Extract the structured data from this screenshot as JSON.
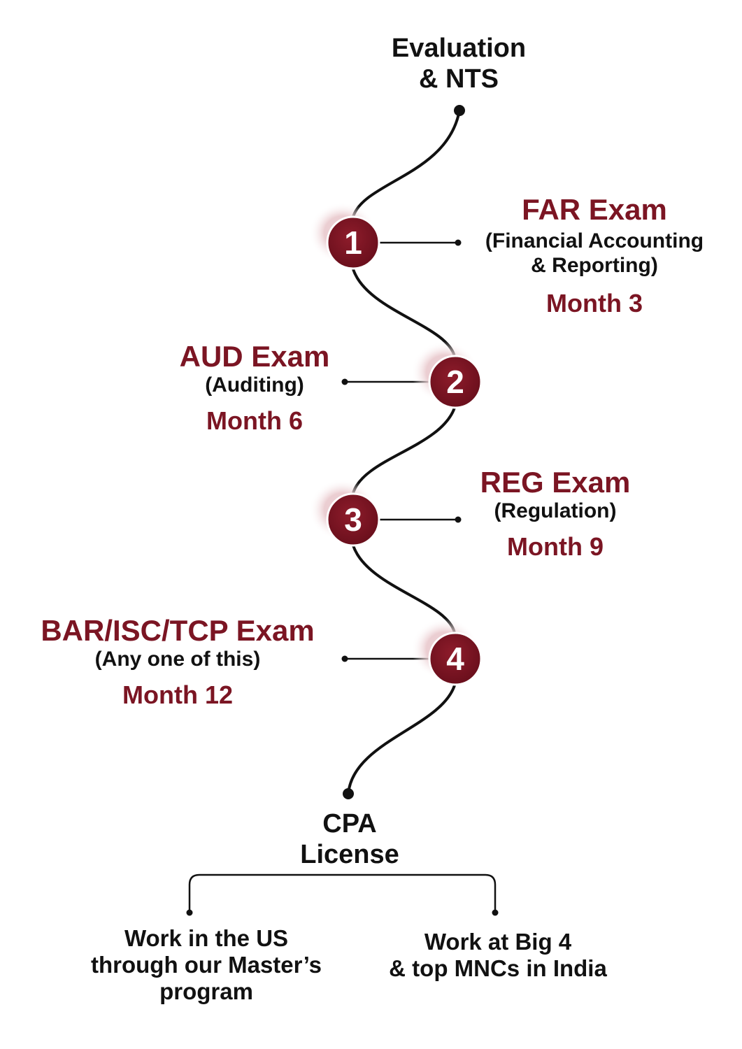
{
  "start": {
    "line1": "Evaluation",
    "line2": "& NTS"
  },
  "end": {
    "line1": "CPA",
    "line2": "License"
  },
  "steps": [
    {
      "number": "1",
      "title": "FAR Exam",
      "subtitle_line1": "(Financial Accounting",
      "subtitle_line2": "& Reporting)",
      "month": "Month 3"
    },
    {
      "number": "2",
      "title": "AUD Exam",
      "subtitle_line1": "(Auditing)",
      "month": "Month 6"
    },
    {
      "number": "3",
      "title": "REG Exam",
      "subtitle_line1": "(Regulation)",
      "month": "Month 9"
    },
    {
      "number": "4",
      "title": "BAR/ISC/TCP Exam",
      "subtitle_line1": "(Any one of this)",
      "month": "Month 12"
    }
  ],
  "outcomes": [
    {
      "line1": "Work in the US",
      "line2": "through our Master’s",
      "line3": "program"
    },
    {
      "line1": "Work at Big 4",
      "line2": "& top MNCs in India"
    }
  ],
  "colors": {
    "accent": "#7b1523",
    "line": "#111111",
    "text": "#111111"
  }
}
